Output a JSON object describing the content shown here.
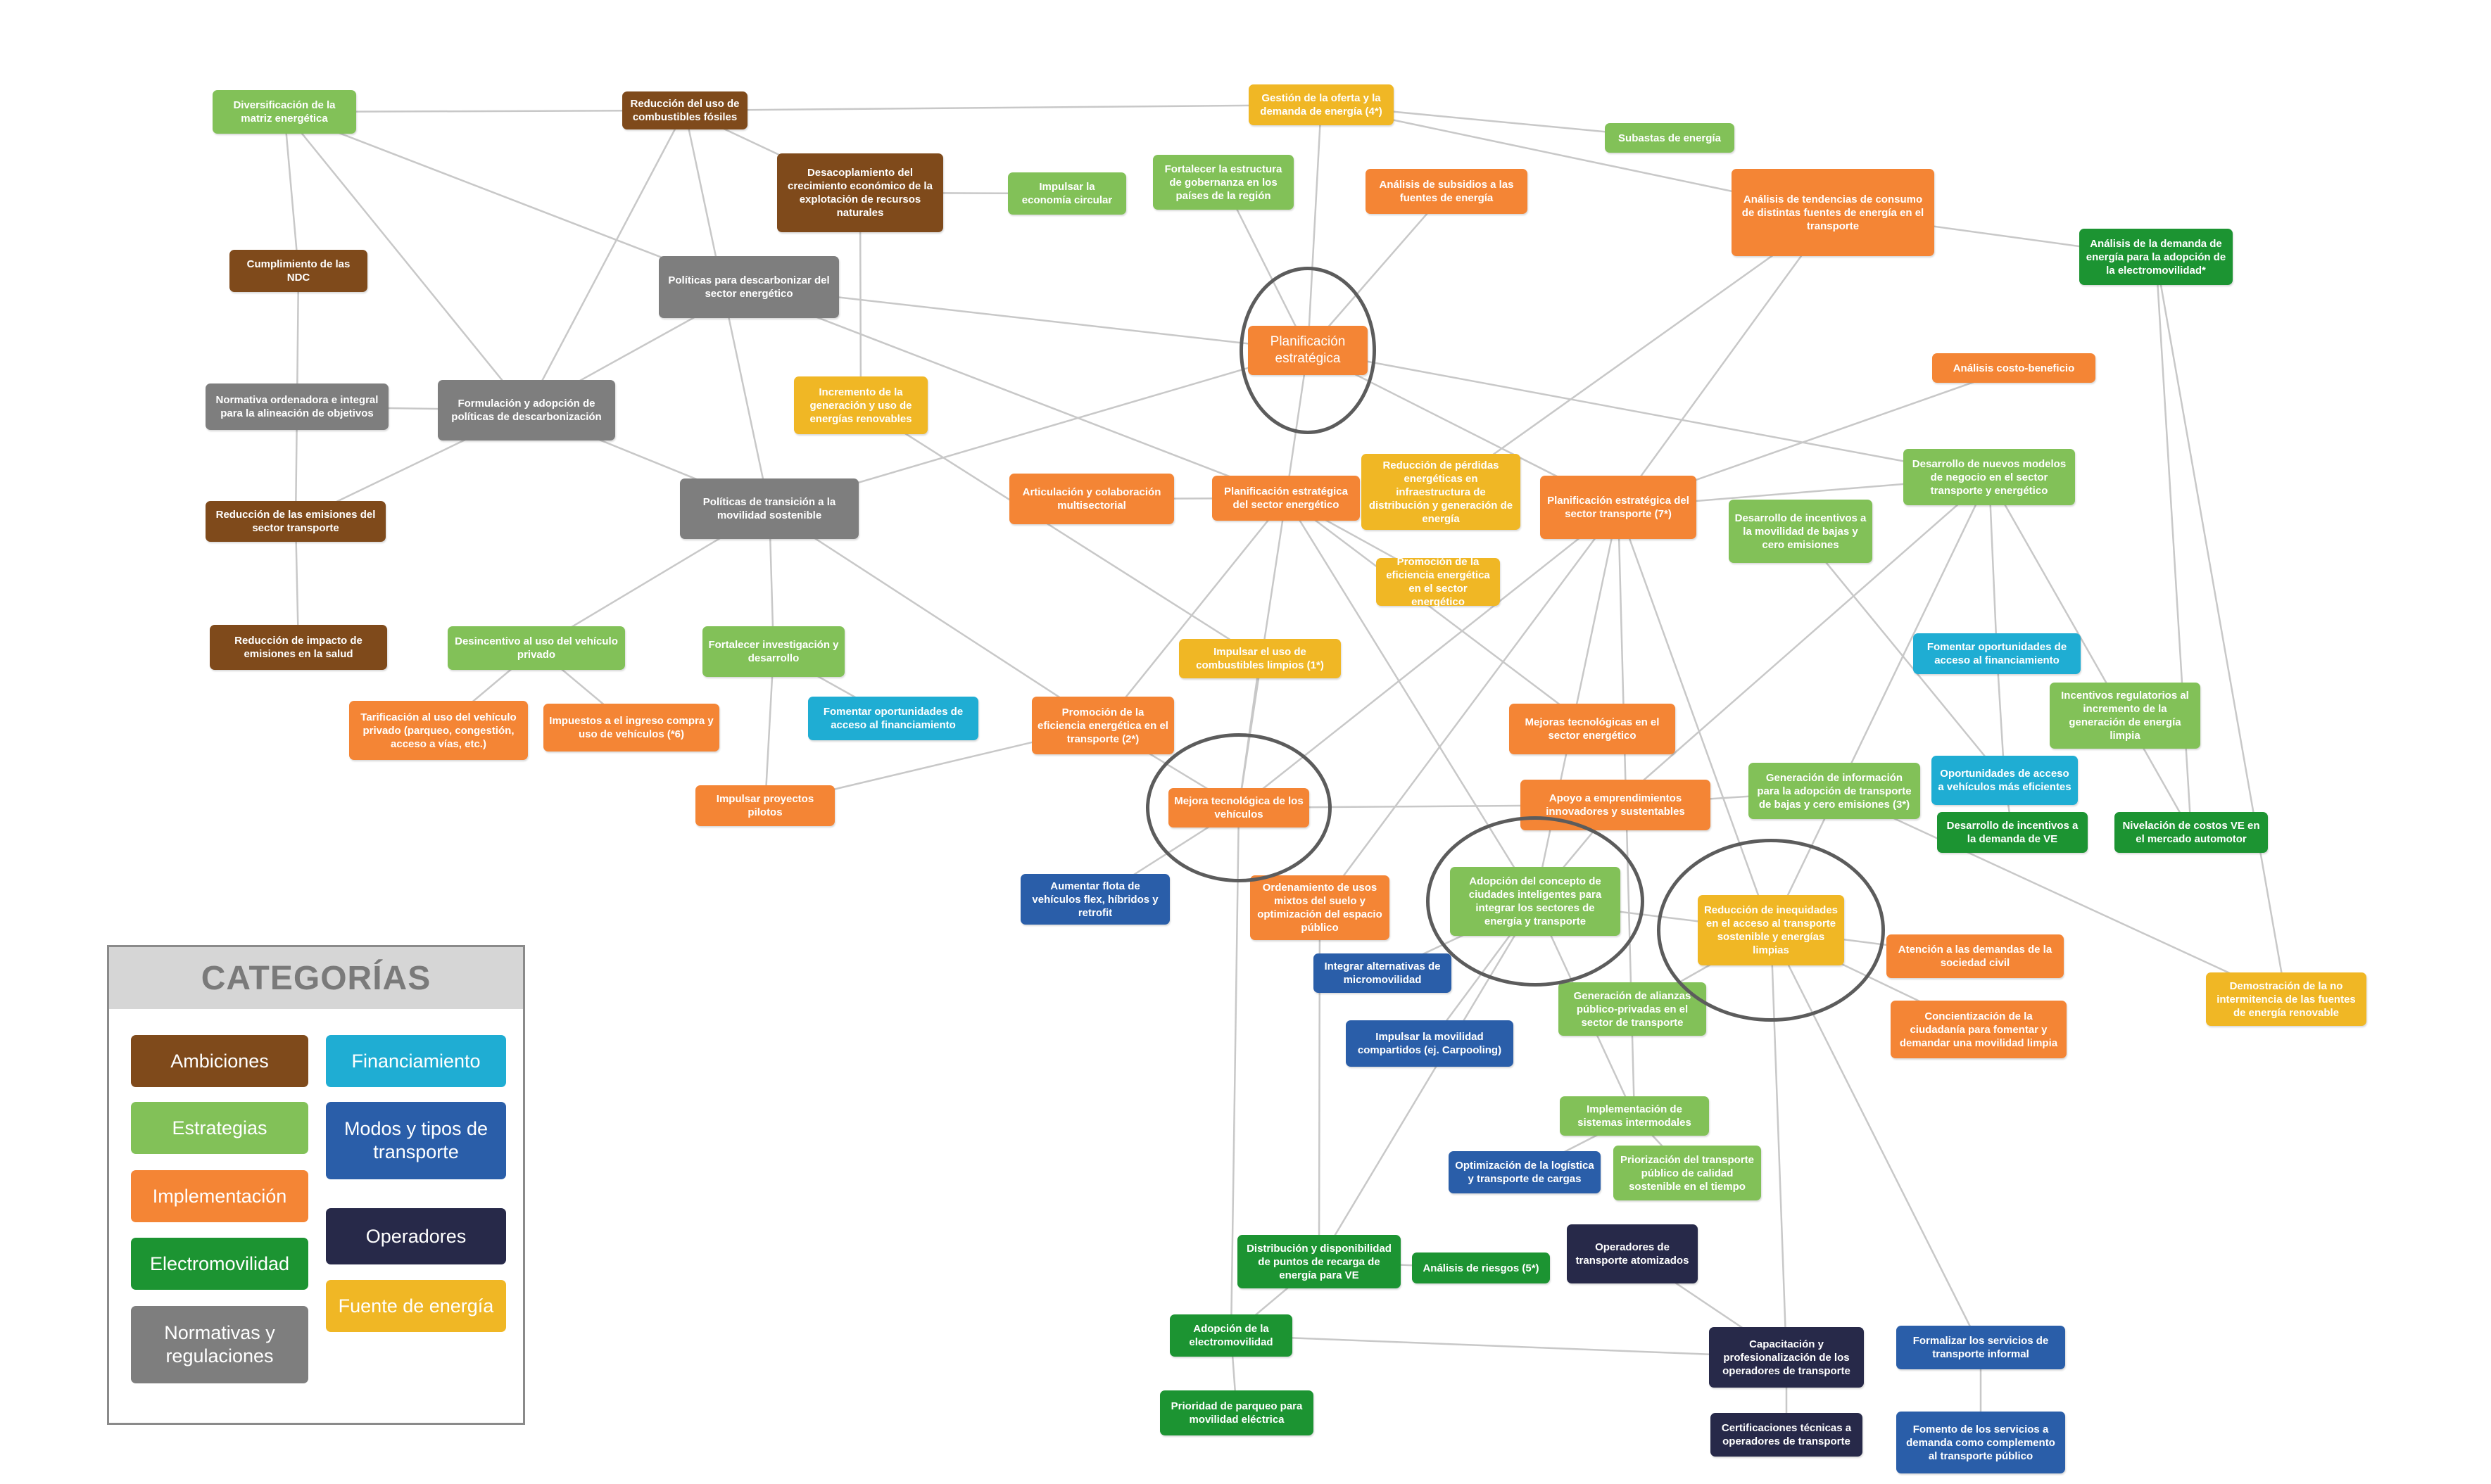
{
  "colors": {
    "ambiciones": "#7f4a1b",
    "estrategias": "#82c158",
    "implementacion": "#f48535",
    "electromovilidad": "#1c9432",
    "normativas": "#7e7e7e",
    "financiamiento": "#1fadd3",
    "modos": "#2a5ea9",
    "operadores": "#272949",
    "fuente": "#f0b725",
    "edge": "#c8c8c8",
    "ring": "#5c5c5c"
  },
  "legend": {
    "title": "CATEGORÍAS",
    "items": [
      {
        "label": "Ambiciones",
        "color": "ambiciones"
      },
      {
        "label": "Estrategias",
        "color": "estrategias"
      },
      {
        "label": "Implementación",
        "color": "implementacion"
      },
      {
        "label": "Electromovilidad",
        "color": "electromovilidad"
      },
      {
        "label": "Normativas y regulaciones",
        "color": "normativas"
      },
      {
        "label": "Financiamiento",
        "color": "financiamiento"
      },
      {
        "label": "Modos y tipos de transporte",
        "color": "modos"
      },
      {
        "label": "Operadores",
        "color": "operadores"
      },
      {
        "label": "Fuente de energía",
        "color": "fuente"
      }
    ]
  },
  "nodes": [
    {
      "id": "diversificacion",
      "text": "Diversificación de la matriz energética",
      "cat": "estrategias"
    },
    {
      "id": "reduccion_combustibles",
      "text": "Reducción del uso de combustibles fósiles",
      "cat": "ambiciones"
    },
    {
      "id": "gestion_oferta",
      "text": "Gestión de la oferta y la demanda de energía (4*)",
      "cat": "fuente"
    },
    {
      "id": "subastas",
      "text": "Subastas de energía",
      "cat": "estrategias"
    },
    {
      "id": "desacoplamiento",
      "text": "Desacoplamiento del crecimiento económico de la explotación de recursos naturales",
      "cat": "ambiciones"
    },
    {
      "id": "economia_circular",
      "text": "Impulsar la economía circular",
      "cat": "estrategias"
    },
    {
      "id": "gobernanza",
      "text": "Fortalecer la estructura de gobernanza en los países de la región",
      "cat": "estrategias"
    },
    {
      "id": "subsidios",
      "text": "Análisis de subsidios a las fuentes de energía",
      "cat": "implementacion"
    },
    {
      "id": "tendencias",
      "text": "Análisis de tendencias de consumo de distintas fuentes de energía en el transporte",
      "cat": "implementacion"
    },
    {
      "id": "demanda_energia",
      "text": "Análisis de la demanda de energía para la adopción de la electromovilidad*",
      "cat": "electromovilidad"
    },
    {
      "id": "ndc",
      "text": "Cumplimiento de las NDC",
      "cat": "ambiciones"
    },
    {
      "id": "politicas_descarbonizar",
      "text": "Políticas para descarbonizar del sector energético",
      "cat": "normativas"
    },
    {
      "id": "planificacion_estrategica",
      "text": "Planificación estratégica",
      "cat": "implementacion"
    },
    {
      "id": "normativa_ordenadora",
      "text": "Normativa ordenadora e integral para la alineación de objetivos",
      "cat": "normativas"
    },
    {
      "id": "formulacion",
      "text": "Formulación y adopción de políticas de descarbonización",
      "cat": "normativas"
    },
    {
      "id": "incremento_renovables",
      "text": "Incremento de la generación y uso de energías renovables",
      "cat": "fuente"
    },
    {
      "id": "costo_beneficio",
      "text": "Análisis costo-beneficio",
      "cat": "implementacion"
    },
    {
      "id": "reduccion_emisiones",
      "text": "Reducción de las emisiones del sector transporte",
      "cat": "ambiciones"
    },
    {
      "id": "politicas_transicion",
      "text": "Políticas de transición a la movilidad sostenible",
      "cat": "normativas"
    },
    {
      "id": "articulacion",
      "text": "Articulación y colaboración multisectorial",
      "cat": "implementacion"
    },
    {
      "id": "plan_sector_energetico",
      "text": "Planificación estratégica del sector energético",
      "cat": "implementacion"
    },
    {
      "id": "reduccion_perdidas",
      "text": "Reducción de pérdidas energéticas en infraestructura de distribución y generación de energía",
      "cat": "fuente"
    },
    {
      "id": "plan_sector_transporte",
      "text": "Planificación estratégica del sector transporte (7*)",
      "cat": "implementacion"
    },
    {
      "id": "incentivos_movilidad",
      "text": "Desarrollo de incentivos a la movilidad de bajas y cero emisiones",
      "cat": "estrategias"
    },
    {
      "id": "nuevos_modelos",
      "text": "Desarrollo de nuevos modelos de negocio en el sector transporte y energético",
      "cat": "estrategias"
    },
    {
      "id": "promocion_eficiencia_sector",
      "text": "Promoción de la eficiencia energética en el sector energético",
      "cat": "fuente"
    },
    {
      "id": "impacto_salud",
      "text": "Reducción de impacto de emisiones en la salud",
      "cat": "ambiciones"
    },
    {
      "id": "desincentivo",
      "text": "Desincentivo al uso del vehículo privado",
      "cat": "estrategias"
    },
    {
      "id": "investigacion",
      "text": "Fortalecer investigación y desarrollo",
      "cat": "estrategias"
    },
    {
      "id": "combustibles_limpios",
      "text": "Impulsar el uso de combustibles limpios (1*)",
      "cat": "fuente"
    },
    {
      "id": "fomentar_oport_1",
      "text": "Fomentar oportunidades de acceso al financiamiento",
      "cat": "financiamiento"
    },
    {
      "id": "incentivos_regulatorios",
      "text": "Incentivos regulatorios al incremento de la generación de energía limpia",
      "cat": "estrategias"
    },
    {
      "id": "tarificacion",
      "text": "Tarificación al uso del vehículo privado (parqueo, congestión, acceso a vías, etc.)",
      "cat": "implementacion"
    },
    {
      "id": "impuestos",
      "text": "Impuestos a el ingreso compra y uso de vehículos (*6)",
      "cat": "implementacion"
    },
    {
      "id": "fomentar_oport_2",
      "text": "Fomentar oportunidades de acceso al financiamiento",
      "cat": "financiamiento"
    },
    {
      "id": "promocion_eficiencia_transporte",
      "text": "Promoción de la eficiencia energética en el transporte (2*)",
      "cat": "implementacion"
    },
    {
      "id": "mejoras_tecnologicas",
      "text": "Mejoras tecnológicas en el sector energético",
      "cat": "implementacion"
    },
    {
      "id": "generacion_informacion",
      "text": "Generación de información para la adopción de transporte de bajas y cero emisiones (3*)",
      "cat": "estrategias"
    },
    {
      "id": "oport_vehiculos",
      "text": "Oportunidades de acceso a vehículos más eficientes",
      "cat": "financiamiento"
    },
    {
      "id": "impulsar_pilotos",
      "text": "Impulsar proyectos pilotos",
      "cat": "implementacion"
    },
    {
      "id": "mejora_vehiculos",
      "text": "Mejora tecnológica de los vehículos",
      "cat": "implementacion"
    },
    {
      "id": "apoyo_emprendimientos",
      "text": "Apoyo a emprendimientos innovadores y sustentables",
      "cat": "implementacion"
    },
    {
      "id": "incentivos_ve",
      "text": "Desarrollo de incentivos a la demanda de VE",
      "cat": "electromovilidad"
    },
    {
      "id": "nivelacion_costos",
      "text": "Nivelación de costos VE en el mercado automotor",
      "cat": "electromovilidad"
    },
    {
      "id": "flota_flex",
      "text": "Aumentar flota de vehículos flex, híbridos y retrofit",
      "cat": "modos"
    },
    {
      "id": "usos_mixtos",
      "text": "Ordenamiento de usos mixtos del suelo y optimización del espacio público",
      "cat": "implementacion"
    },
    {
      "id": "ciudades_inteligentes",
      "text": "Adopción del concepto de ciudades inteligentes para integrar los sectores de energía y transporte",
      "cat": "estrategias"
    },
    {
      "id": "inequidades",
      "text": "Reducción de inequidades en el acceso al transporte sostenible y energías limpias",
      "cat": "fuente"
    },
    {
      "id": "atencion_demandas",
      "text": "Atención a las demandas de la sociedad civil",
      "cat": "implementacion"
    },
    {
      "id": "demostracion",
      "text": "Demostración de la no intermitencia de las fuentes de energía renovable",
      "cat": "fuente"
    },
    {
      "id": "micromovilidad",
      "text": "Integrar alternativas de micromovilidad",
      "cat": "modos"
    },
    {
      "id": "alianzas",
      "text": "Generación de alianzas público-privadas en el sector de transporte",
      "cat": "estrategias"
    },
    {
      "id": "concientizacion",
      "text": "Concientización de la ciudadanía para fomentar y demandar una movilidad limpia",
      "cat": "implementacion"
    },
    {
      "id": "movilidad_compartida",
      "text": "Impulsar la movilidad compartidos (ej. Carpooling)",
      "cat": "modos"
    },
    {
      "id": "sistemas_intermodales",
      "text": "Implementación de sistemas intermodales",
      "cat": "estrategias"
    },
    {
      "id": "logistica",
      "text": "Optimización de la logística y transporte de cargas",
      "cat": "modos"
    },
    {
      "id": "priorizacion",
      "text": "Priorización del transporte público de calidad sostenible en el tiempo",
      "cat": "estrategias"
    },
    {
      "id": "distribucion_recarga",
      "text": "Distribución y disponibilidad de puntos de recarga de energía para VE",
      "cat": "electromovilidad"
    },
    {
      "id": "analisis_riesgos",
      "text": "Análisis de riesgos (5*)",
      "cat": "electromovilidad"
    },
    {
      "id": "operadores_atomizados",
      "text": "Operadores de transporte atomizados",
      "cat": "operadores"
    },
    {
      "id": "adopcion_electromovilidad",
      "text": "Adopción de la electromovilidad",
      "cat": "electromovilidad"
    },
    {
      "id": "capacitacion",
      "text": "Capacitación y profesionalización de los operadores de transporte",
      "cat": "operadores"
    },
    {
      "id": "formalizar",
      "text": "Formalizar los servicios de transporte informal",
      "cat": "modos"
    },
    {
      "id": "prioridad_parqueo",
      "text": "Prioridad de parqueo para movilidad eléctrica",
      "cat": "electromovilidad"
    },
    {
      "id": "certificaciones",
      "text": "Certificaciones técnicas a operadores de transporte",
      "cat": "operadores"
    },
    {
      "id": "fomento_servicios",
      "text": "Fomento de los servicios a demanda como complemento al transporte público",
      "cat": "modos"
    }
  ],
  "edges": [
    [
      "diversificacion",
      "reduccion_combustibles"
    ],
    [
      "reduccion_combustibles",
      "gestion_oferta"
    ],
    [
      "reduccion_combustibles",
      "desacoplamiento"
    ],
    [
      "reduccion_combustibles",
      "formulacion"
    ],
    [
      "reduccion_combustibles",
      "politicas_transicion"
    ],
    [
      "gestion_oferta",
      "subastas"
    ],
    [
      "gestion_oferta",
      "tendencias"
    ],
    [
      "gestion_oferta",
      "planificacion_estrategica"
    ],
    [
      "diversificacion",
      "ndc"
    ],
    [
      "diversificacion",
      "formulacion"
    ],
    [
      "diversificacion",
      "plan_sector_energetico"
    ],
    [
      "ndc",
      "normativa_ordenadora"
    ],
    [
      "normativa_ordenadora",
      "reduccion_emisiones"
    ],
    [
      "reduccion_emisiones",
      "impacto_salud"
    ],
    [
      "normativa_ordenadora",
      "formulacion"
    ],
    [
      "formulacion",
      "reduccion_emisiones"
    ],
    [
      "formulacion",
      "politicas_descarbonizar"
    ],
    [
      "formulacion",
      "politicas_transicion"
    ],
    [
      "desacoplamiento",
      "economia_circular"
    ],
    [
      "desacoplamiento",
      "incremento_renovables"
    ],
    [
      "politicas_descarbonizar",
      "planificacion_estrategica"
    ],
    [
      "gobernanza",
      "planificacion_estrategica"
    ],
    [
      "subsidios",
      "planificacion_estrategica"
    ],
    [
      "planificacion_estrategica",
      "politicas_transicion"
    ],
    [
      "planificacion_estrategica",
      "plan_sector_energetico"
    ],
    [
      "planificacion_estrategica",
      "plan_sector_transporte"
    ],
    [
      "planificacion_estrategica",
      "nuevos_modelos"
    ],
    [
      "tendencias",
      "demanda_energia"
    ],
    [
      "tendencias",
      "reduccion_perdidas"
    ],
    [
      "tendencias",
      "plan_sector_transporte"
    ],
    [
      "demanda_energia",
      "nivelacion_costos"
    ],
    [
      "demanda_energia",
      "demostracion"
    ],
    [
      "costo_beneficio",
      "plan_sector_transporte"
    ],
    [
      "politicas_transicion",
      "desincentivo"
    ],
    [
      "politicas_transicion",
      "promocion_eficiencia_transporte"
    ],
    [
      "politicas_transicion",
      "investigacion"
    ],
    [
      "incremento_renovables",
      "combustibles_limpios"
    ],
    [
      "articulacion",
      "plan_sector_energetico"
    ],
    [
      "plan_sector_energetico",
      "promocion_eficiencia_sector"
    ],
    [
      "plan_sector_energetico",
      "mejoras_tecnologicas"
    ],
    [
      "plan_sector_energetico",
      "promocion_eficiencia_transporte"
    ],
    [
      "plan_sector_energetico",
      "ciudades_inteligentes"
    ],
    [
      "plan_sector_energetico",
      "mejora_vehiculos"
    ],
    [
      "plan_sector_transporte",
      "nuevos_modelos"
    ],
    [
      "plan_sector_transporte",
      "usos_mixtos"
    ],
    [
      "plan_sector_transporte",
      "ciudades_inteligentes"
    ],
    [
      "plan_sector_transporte",
      "inequidades"
    ],
    [
      "plan_sector_transporte",
      "sistemas_intermodales"
    ],
    [
      "plan_sector_transporte",
      "mejora_vehiculos"
    ],
    [
      "nuevos_modelos",
      "fomentar_oport_1"
    ],
    [
      "nuevos_modelos",
      "incentivos_regulatorios"
    ],
    [
      "nuevos_modelos",
      "apoyo_emprendimientos"
    ],
    [
      "nuevos_modelos",
      "inequidades"
    ],
    [
      "incentivos_movilidad",
      "oport_vehiculos"
    ],
    [
      "incentivos_regulatorios",
      "nivelacion_costos"
    ],
    [
      "fomentar_oport_1",
      "oport_vehiculos"
    ],
    [
      "oport_vehiculos",
      "incentivos_ve"
    ],
    [
      "generacion_informacion",
      "demostracion"
    ],
    [
      "generacion_informacion",
      "apoyo_emprendimientos"
    ],
    [
      "desincentivo",
      "tarificacion"
    ],
    [
      "desincentivo",
      "impuestos"
    ],
    [
      "investigacion",
      "fomentar_oport_2"
    ],
    [
      "investigacion",
      "impulsar_pilotos"
    ],
    [
      "impulsar_pilotos",
      "promocion_eficiencia_transporte"
    ],
    [
      "promocion_eficiencia_transporte",
      "mejora_vehiculos"
    ],
    [
      "combustibles_limpios",
      "mejora_vehiculos"
    ],
    [
      "mejora_vehiculos",
      "flota_flex"
    ],
    [
      "mejora_vehiculos",
      "apoyo_emprendimientos"
    ],
    [
      "mejora_vehiculos",
      "adopcion_electromovilidad"
    ],
    [
      "apoyo_emprendimientos",
      "ciudades_inteligentes"
    ],
    [
      "ciudades_inteligentes",
      "micromovilidad"
    ],
    [
      "ciudades_inteligentes",
      "movilidad_compartida"
    ],
    [
      "ciudades_inteligentes",
      "distribucion_recarga"
    ],
    [
      "ciudades_inteligentes",
      "inequidades"
    ],
    [
      "ciudades_inteligentes",
      "sistemas_intermodales"
    ],
    [
      "inequidades",
      "atencion_demandas"
    ],
    [
      "inequidades",
      "concientizacion"
    ],
    [
      "inequidades",
      "alianzas"
    ],
    [
      "inequidades",
      "capacitacion"
    ],
    [
      "inequidades",
      "formalizar"
    ],
    [
      "sistemas_intermodales",
      "logistica"
    ],
    [
      "sistemas_intermodales",
      "priorizacion"
    ],
    [
      "usos_mixtos",
      "distribucion_recarga"
    ],
    [
      "distribucion_recarga",
      "analisis_riesgos"
    ],
    [
      "distribucion_recarga",
      "adopcion_electromovilidad"
    ],
    [
      "operadores_atomizados",
      "capacitacion"
    ],
    [
      "adopcion_electromovilidad",
      "capacitacion"
    ],
    [
      "adopcion_electromovilidad",
      "prioridad_parqueo"
    ],
    [
      "capacitacion",
      "certificaciones"
    ],
    [
      "formalizar",
      "fomento_servicios"
    ]
  ],
  "rings": [
    "planificacion_estrategica",
    "mejora_vehiculos",
    "ciudades_inteligentes",
    "inequidades"
  ]
}
